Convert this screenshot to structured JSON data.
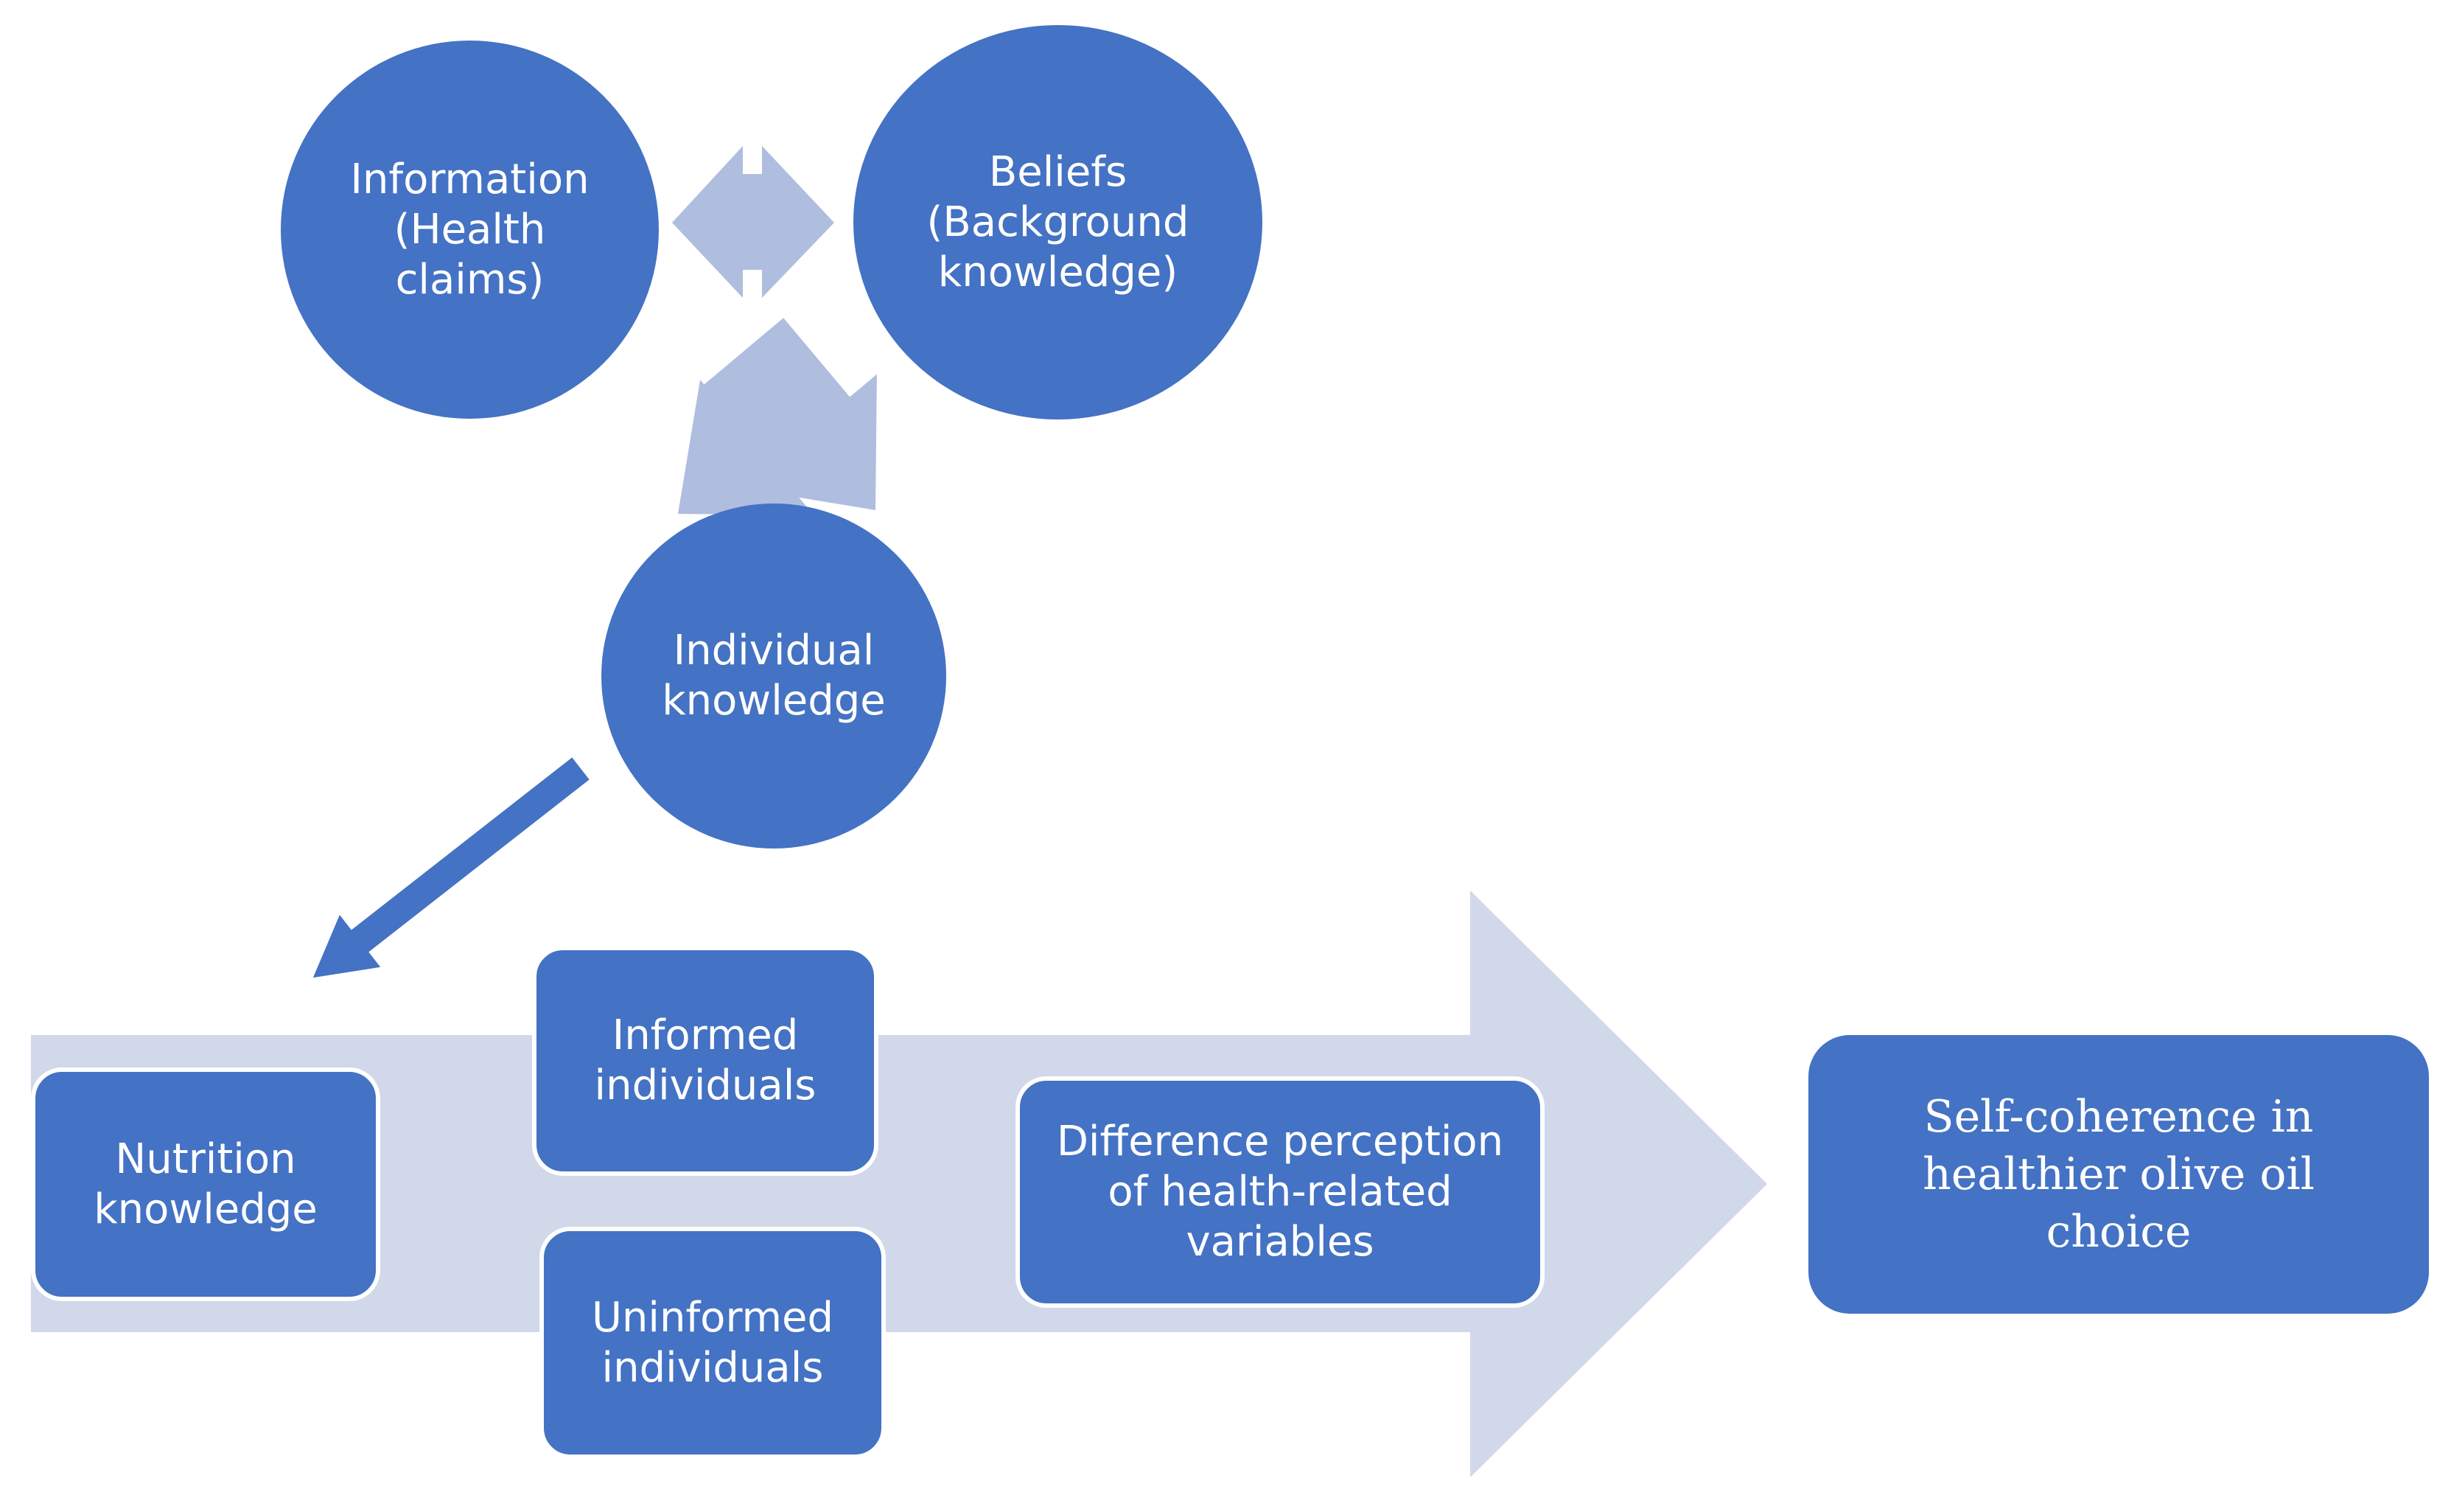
{
  "colors": {
    "node_fill": "#4472c4",
    "arrow_light": "#afbddf",
    "band_fill": "#d0d8ea",
    "text": "#ffffff"
  },
  "nodes": {
    "information": "Information\n(Health\nclaims)",
    "beliefs": "Beliefs\n(Background\nknowledge)",
    "individual_knowledge": "Individual\nknowledge",
    "nutrition_knowledge": "Nutrition\nknowledge",
    "informed_individuals": "Informed\nindividuals",
    "uninformed_individuals": "Uninformed\nindividuals",
    "difference_perception": "Difference perception\nof health-related\nvariables",
    "self_coherence": "Self-coherence in\nhealthier olive oil\nchoice"
  }
}
